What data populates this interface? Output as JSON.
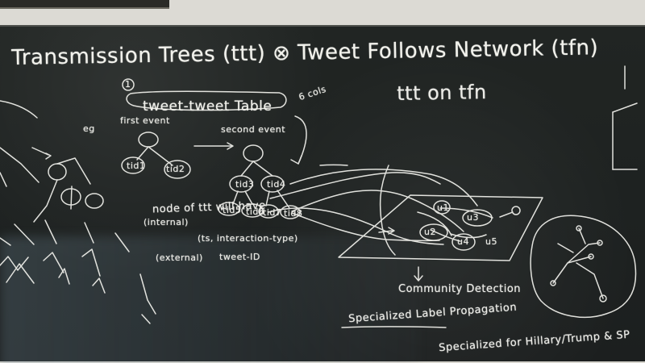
{
  "board": {
    "title": "Transmission Trees (ttt) ⊗ Tweet Follows Network (tfn)",
    "subtitle": "ttt on tfn",
    "section_number": "1",
    "table_title": "tweet-tweet Table",
    "cols_label": "6 cols",
    "eg_label": "eg",
    "first_event_label": "first event",
    "second_event_label": "second event",
    "left_tree_nodes": [
      "tid1",
      "tid2"
    ],
    "right_tree_nodes": [
      "tid3",
      "tid4",
      "tid5",
      "tid6",
      "tid7",
      "tid8"
    ],
    "node_note": "node of ttt will have",
    "internal_label": "(internal)",
    "internal_value": "(ts, interaction-type)",
    "external_label": "(external)",
    "external_value": "tweet-ID",
    "network_nodes": [
      "u1",
      "u2",
      "u3",
      "u4",
      "u5"
    ],
    "community_detection": "Community Detection",
    "specialized_label_propagation": "Specialized Label Propagation",
    "specialized_hillary_trump": "Specialized for Hillary/Trump & SP"
  },
  "colors": {
    "chalkboard": "#1f2322",
    "chalk": "#ecece7",
    "wall": "#d9d8d2",
    "frame": "#2b2a27"
  }
}
